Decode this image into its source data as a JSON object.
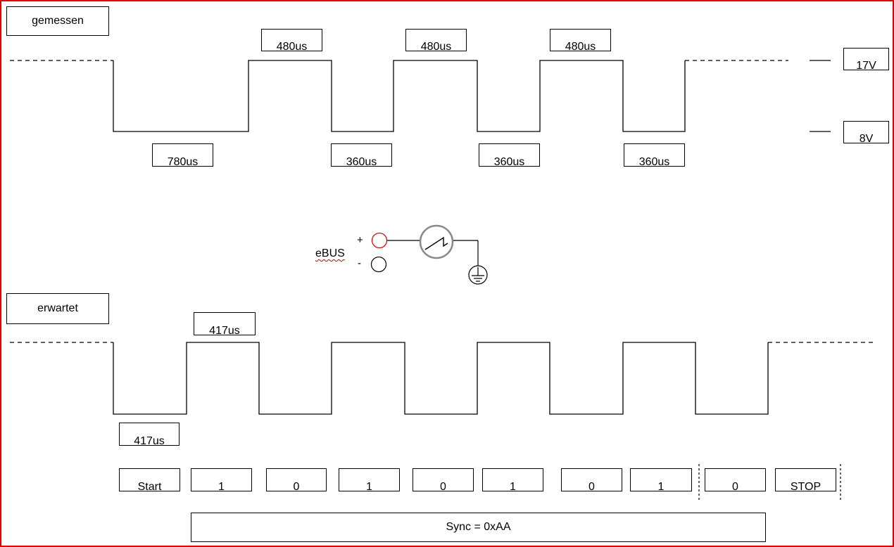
{
  "measured": {
    "title": "gemessen",
    "high_pulse_labels": [
      "480us",
      "480us",
      "480us"
    ],
    "low_pulse_labels": [
      "780us",
      "360us",
      "360us",
      "360us"
    ],
    "voltage_high": "17V",
    "voltage_low": "8V"
  },
  "circuit": {
    "bus_label": "eBUS",
    "plus_label": "+",
    "minus_label": "-",
    "plus_color": "#d00000"
  },
  "expected": {
    "title": "erwartet",
    "high_pulse_label": "417us",
    "low_pulse_label": "417us",
    "bits": [
      "Start",
      "1",
      "0",
      "1",
      "0",
      "1",
      "0",
      "1",
      "0",
      "STOP"
    ],
    "sync_label": "Sync = 0xAA"
  },
  "colors": {
    "border": "#e00000",
    "line": "#000000"
  }
}
